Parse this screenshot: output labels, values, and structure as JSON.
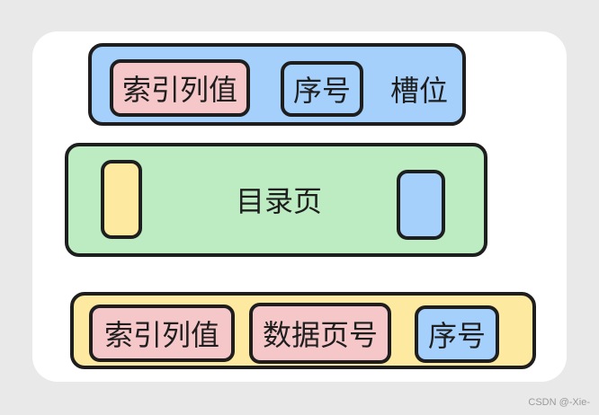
{
  "slot_row": {
    "index_value": "索引列值",
    "sequence": "序号",
    "slot": "槽位"
  },
  "directory_row": {
    "title": "目录页"
  },
  "record_row": {
    "index_value": "索引列值",
    "data_page_no": "数据页号",
    "sequence": "序号"
  },
  "watermark": "CSDN @-Xie-",
  "colors": {
    "blue": "#a5d0fb",
    "pink": "#f6c7c9",
    "green": "#bdecc2",
    "yellow": "#fde99f",
    "stroke": "#1e1e1e"
  }
}
